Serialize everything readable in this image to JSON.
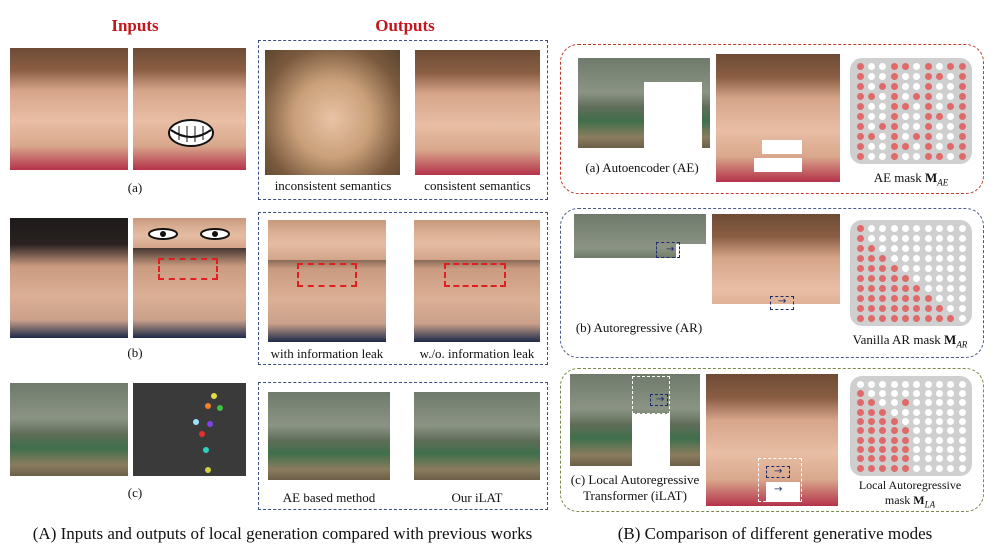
{
  "headers": {
    "inputs": "Inputs",
    "outputs": "Outputs"
  },
  "left_labels": {
    "a": "(a)",
    "b": "(b)",
    "c": "(c)"
  },
  "outputs": {
    "row1": [
      "inconsistent semantics",
      "consistent semantics"
    ],
    "row2": [
      "with information leak",
      "w./o. information leak"
    ],
    "row3": [
      "AE based method",
      "Our iLAT"
    ]
  },
  "right": {
    "ae": {
      "label": "(a) Autoencoder (AE)",
      "mask": "AE mask",
      "mask_sym": "M",
      "mask_sub": "AE"
    },
    "ar": {
      "label": "(b) Autoregressive (AR)",
      "mask": "Vanilla AR mask",
      "mask_sym": "M",
      "mask_sub": "AR"
    },
    "lat": {
      "label_line1": "(c) Local Autoregressive",
      "label_line2": "Transformer (iLAT)",
      "mask_line1": "Local Autoregressive",
      "mask_line2": "mask",
      "mask_sym": "M",
      "mask_sub": "LA"
    }
  },
  "captions": {
    "A": "(A) Inputs and outputs of local generation compared with previous works",
    "B": "(B) Comparison of different generative modes"
  },
  "colors": {
    "accent_red": "#c4161c",
    "dash_blue": "#3a4f82",
    "ae_border": "#c0392b",
    "ar_border": "#4a5a8c",
    "la_border": "#7a8a4a",
    "dot_red": "#e06a6a"
  }
}
